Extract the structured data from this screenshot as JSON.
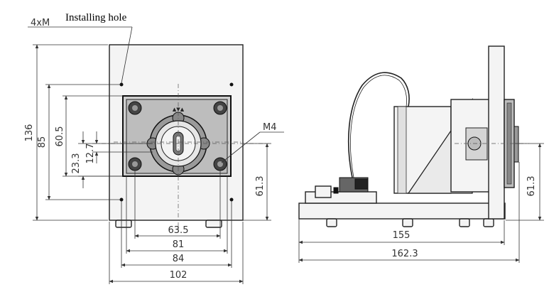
{
  "labels": {
    "callout_holes": "4xM",
    "installing_hole": "Installing hole",
    "thread_m4": "M4"
  },
  "front_view": {
    "overall_height": "136",
    "pump_head_height": "85",
    "hole_spacing_vertical": "60.5",
    "offset_23_3": "23.3",
    "offset_12_7": "12.7",
    "bottom_offset": "61.3",
    "width_63_5": "63.5",
    "width_81": "81",
    "width_84": "84",
    "width_102": "102"
  },
  "side_view": {
    "length_155": "155",
    "length_162_3": "162.3",
    "shaft_height": "61.3"
  }
}
